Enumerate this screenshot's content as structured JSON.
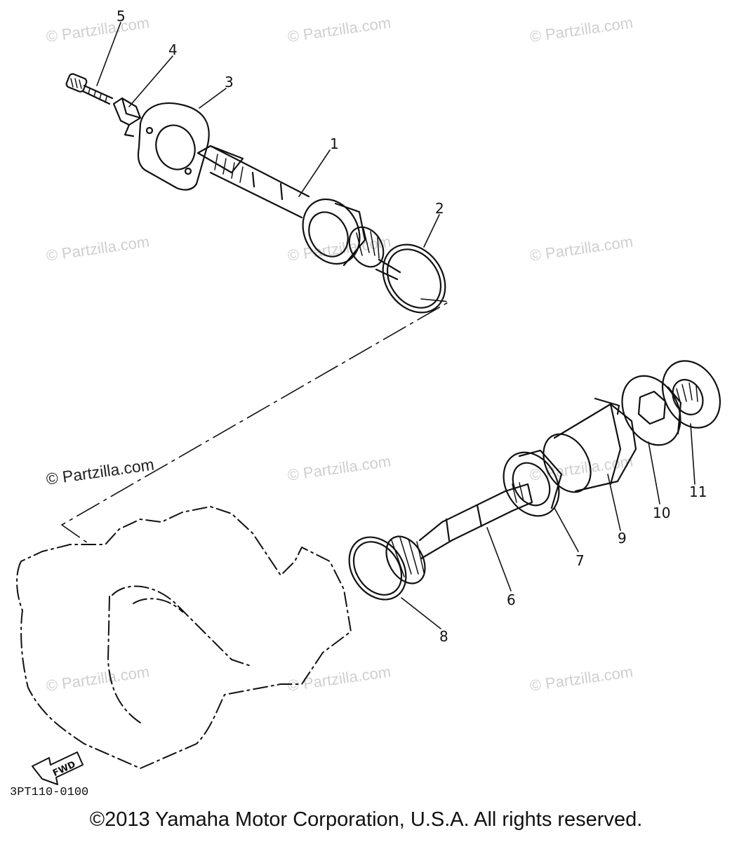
{
  "watermark": "© Partzilla.com",
  "callouts": [
    "5",
    "4",
    "3",
    "1",
    "2",
    "11",
    "10",
    "9",
    "7",
    "6",
    "8"
  ],
  "fwd_label": "FWD",
  "diagram_code": "3PT110-0100",
  "copyright": "©2013 Yamaha Motor Corporation, U.S.A. All rights reserved.",
  "colors": {
    "line": "#111111",
    "watermark": "#cfcfcf"
  }
}
